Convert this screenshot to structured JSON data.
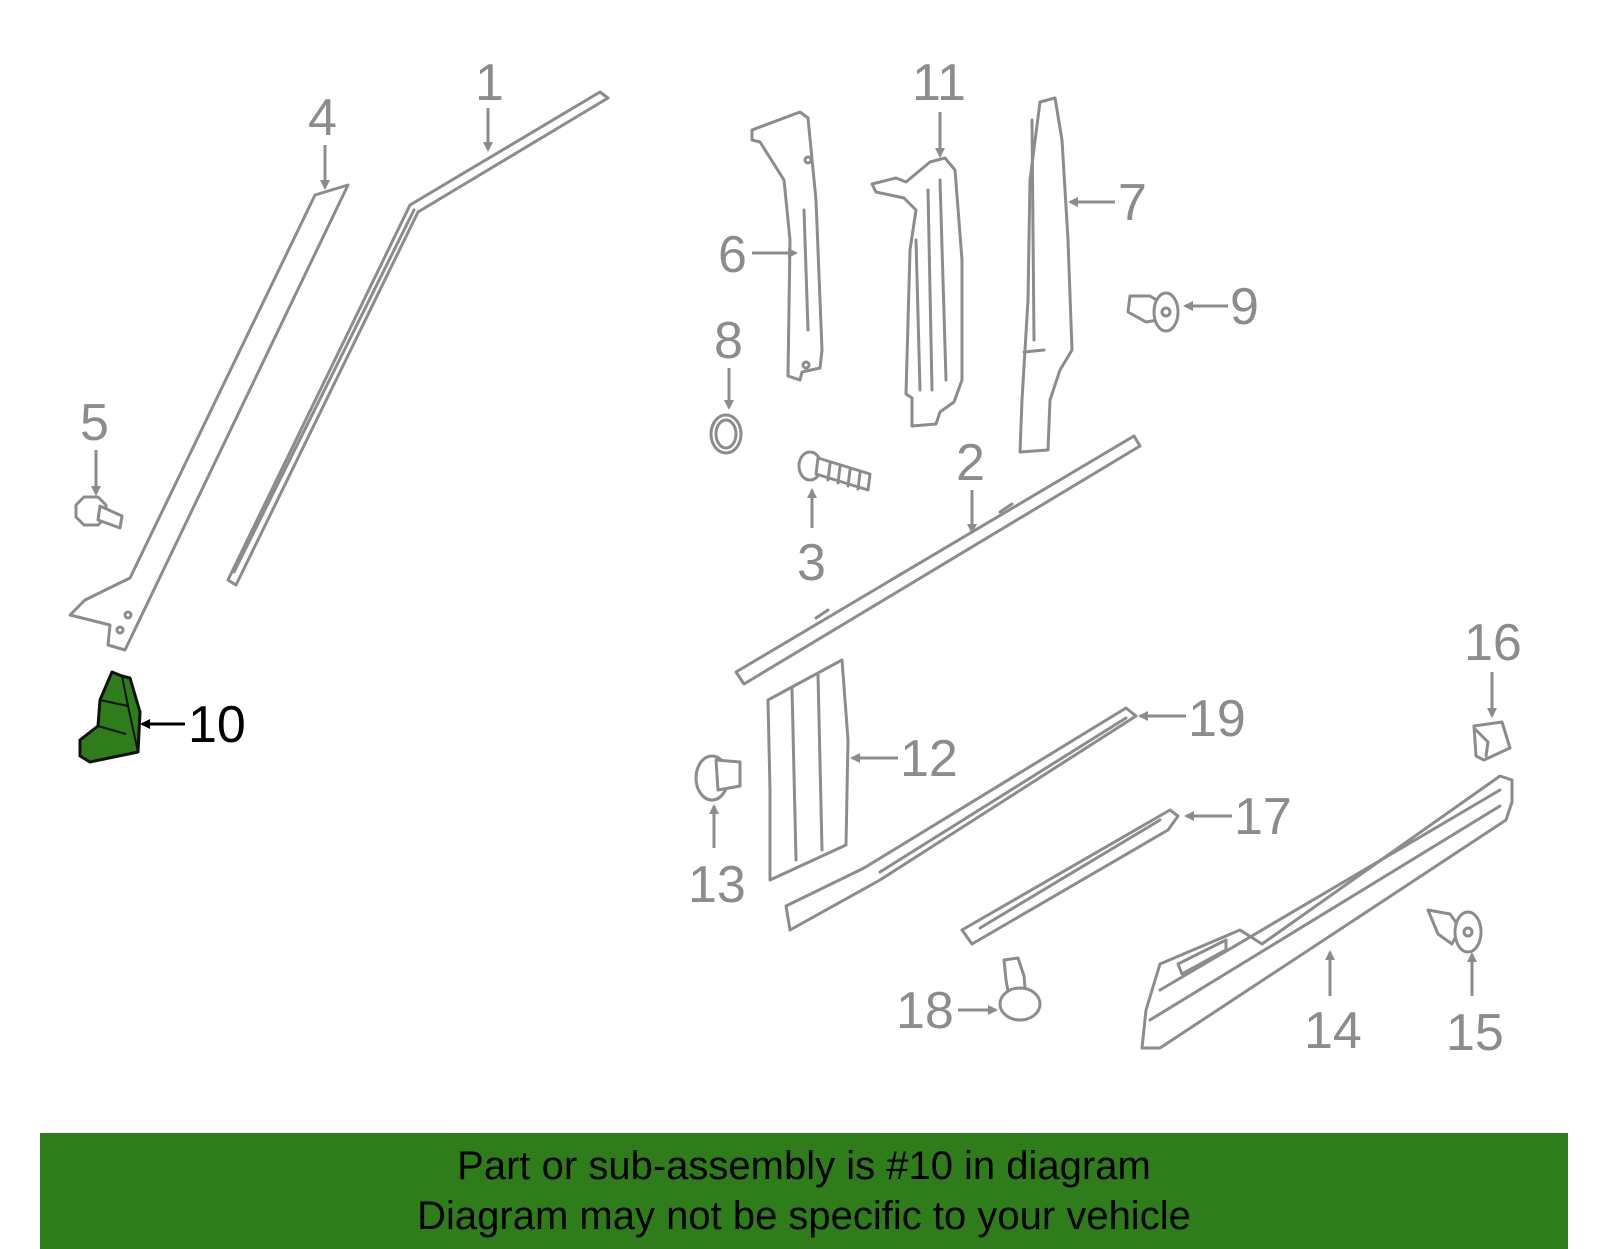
{
  "banner": {
    "line1": "Part or sub-assembly is #10 in diagram",
    "line2": "Diagram may not be specific to your vehicle",
    "color": "#2f7d1a"
  },
  "diagram": {
    "highlighted_part": "10",
    "highlight_color": "#2f7d1a",
    "line_color": "#8c8c8c",
    "callouts": {
      "c1": "1",
      "c2": "2",
      "c3": "3",
      "c4": "4",
      "c5": "5",
      "c6": "6",
      "c7": "7",
      "c8": "8",
      "c9": "9",
      "c10": "10",
      "c11": "11",
      "c12": "12",
      "c13": "13",
      "c14": "14",
      "c15": "15",
      "c16": "16",
      "c17": "17",
      "c18": "18",
      "c19": "19"
    }
  }
}
